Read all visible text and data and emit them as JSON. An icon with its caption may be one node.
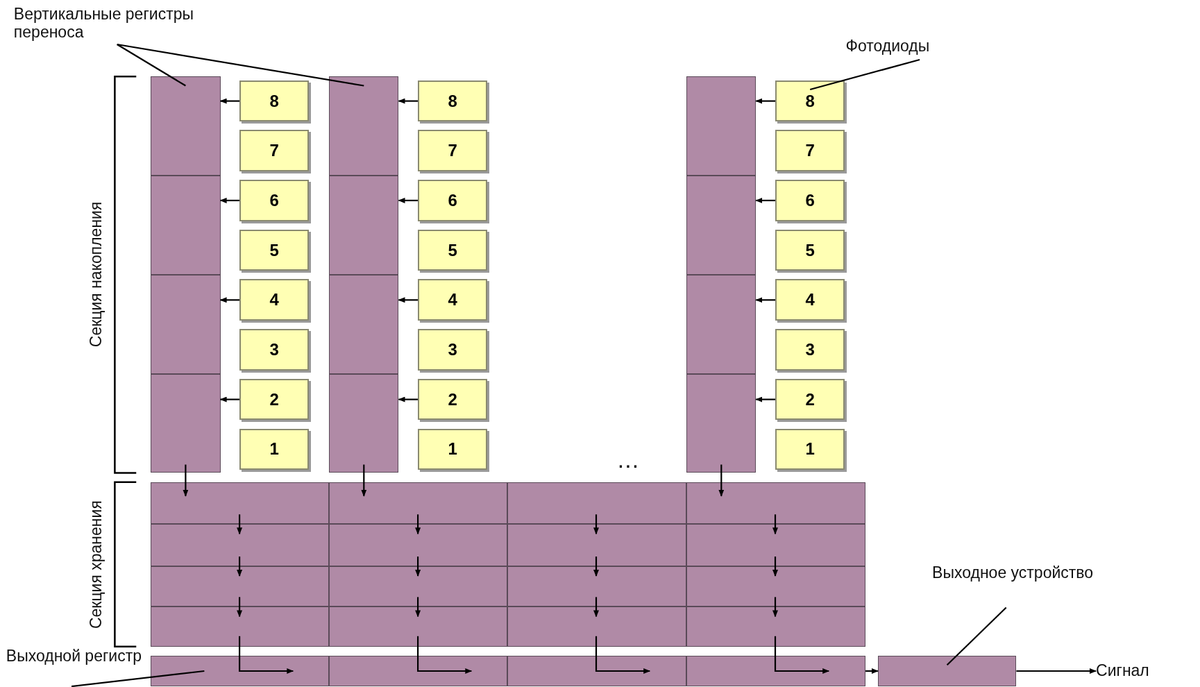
{
  "diagram": {
    "nodes": [
      {
        "text": [
          "Вертикальные регистры переноса"
        ]
      },
      {
        "text": [
          "Фотодиоды"
        ]
      },
      {
        "text": [],
        "shape": "box"
      },
      {
        "text": [],
        "shape": "box"
      },
      {
        "text": [],
        "shape": "box"
      },
      {
        "text": [],
        "shape": "box"
      },
      {
        "text": [],
        "shape": "box"
      },
      {
        "text": [],
        "shape": "box"
      },
      {
        "text": [],
        "shape": "box"
      },
      {
        "text": [],
        "shape": "box"
      },
      {
        "text": [],
        "shape": "box"
      },
      {
        "text": [],
        "shape": "box"
      },
      {
        "text": [],
        "shape": "box"
      },
      {
        "text": [],
        "shape": "box"
      },
      {
        "text": [
          "8"
        ]
      },
      {
        "text": [
          "7"
        ]
      },
      {
        "text": [
          "6"
        ]
      },
      {
        "text": [
          "5"
        ]
      },
      {
        "text": [
          "4"
        ]
      },
      {
        "text": [
          "3"
        ]
      },
      {
        "text": [
          "2"
        ]
      },
      {
        "text": [
          "1"
        ]
      },
      {
        "text": [
          "8"
        ]
      },
      {
        "text": [
          "7"
        ]
      },
      {
        "text": [
          "6"
        ]
      },
      {
        "text": [
          "5"
        ]
      },
      {
        "text": [
          "4"
        ]
      },
      {
        "text": [
          "3"
        ]
      },
      {
        "text": [
          "2"
        ]
      },
      {
        "text": [
          "1"
        ]
      },
      {
        "text": [
          "8"
        ]
      },
      {
        "text": [
          "7"
        ]
      },
      {
        "text": [
          "6"
        ]
      },
      {
        "text": [
          "5"
        ]
      },
      {
        "text": [
          "4"
        ]
      },
      {
        "text": [
          "3"
        ]
      },
      {
        "text": [
          "2"
        ]
      },
      {
        "text": [
          "1"
        ]
      },
      {
        "text": [],
        "shape": "box"
      },
      {
        "text": [],
        "shape": "box"
      },
      {
        "text": [],
        "shape": "box"
      },
      {
        "text": [],
        "shape": "box"
      },
      {
        "text": [],
        "shape": "box"
      },
      {
        "text": [],
        "shape": "box"
      },
      {
        "text": [],
        "shape": "box"
      },
      {
        "text": [],
        "shape": "box"
      },
      {
        "text": [],
        "shape": "box"
      },
      {
        "text": [],
        "shape": "box"
      },
      {
        "text": [],
        "shape": "box"
      },
      {
        "text": [],
        "shape": "box"
      },
      {
        "text": [],
        "shape": "box"
      },
      {
        "text": [],
        "shape": "box"
      },
      {
        "text": [],
        "shape": "box"
      },
      {
        "text": [],
        "shape": "box"
      },
      {
        "text": [],
        "shape": "box"
      },
      {
        "text": [],
        "shape": "box"
      },
      {
        "text": [],
        "shape": "box"
      },
      {
        "text": [],
        "shape": "box"
      },
      {
        "text": [],
        "shape": "box"
      },
      {
        "text": [
          "Выходное устройство"
        ]
      },
      {
        "text": [
          "Выходной регистр"
        ]
      },
      {
        "text": [
          "Сигнал"
        ]
      }
    ],
    "edges": [
      {
        "from": 0,
        "to": 2,
        "arrow": "none"
      },
      {
        "from": 0,
        "to": 6,
        "arrow": "none"
      },
      {
        "from": 1,
        "to": 30,
        "arrow": "none"
      },
      {
        "from": 14,
        "to": 2,
        "arrow": "to"
      },
      {
        "from": 16,
        "to": 3,
        "arrow": "to"
      },
      {
        "from": 18,
        "to": 4,
        "arrow": "to"
      },
      {
        "from": 20,
        "to": 5,
        "arrow": "to"
      },
      {
        "from": 22,
        "to": 6,
        "arrow": "to"
      },
      {
        "from": 24,
        "to": 7,
        "arrow": "to"
      },
      {
        "from": 26,
        "to": 8,
        "arrow": "to"
      },
      {
        "from": 28,
        "to": 9,
        "arrow": "to"
      },
      {
        "from": 30,
        "to": 10,
        "arrow": "to"
      },
      {
        "from": 32,
        "to": 11,
        "arrow": "to"
      },
      {
        "from": 34,
        "to": 12,
        "arrow": "to"
      },
      {
        "from": 36,
        "to": 13,
        "arrow": "to"
      },
      {
        "from": 5,
        "to": 38,
        "arrow": "to"
      },
      {
        "from": 9,
        "to": 39,
        "arrow": "to"
      },
      {
        "from": 13,
        "to": 41,
        "arrow": "to"
      },
      {
        "from": 38,
        "to": 42,
        "arrow": "to"
      },
      {
        "from": 39,
        "to": 43,
        "arrow": "to"
      },
      {
        "from": 40,
        "to": 44,
        "arrow": "to"
      },
      {
        "from": 41,
        "to": 45,
        "arrow": "to"
      },
      {
        "from": 42,
        "to": 46,
        "arrow": "to"
      },
      {
        "from": 43,
        "to": 47,
        "arrow": "to"
      },
      {
        "from": 44,
        "to": 48,
        "arrow": "to"
      },
      {
        "from": 45,
        "to": 49,
        "arrow": "to"
      },
      {
        "from": 46,
        "to": 50,
        "arrow": "to"
      },
      {
        "from": 47,
        "to": 51,
        "arrow": "to"
      },
      {
        "from": 48,
        "to": 52,
        "arrow": "to"
      },
      {
        "from": 49,
        "to": 53,
        "arrow": "to"
      },
      {
        "from": 50,
        "to": 54,
        "arrow": "to"
      },
      {
        "from": 51,
        "to": 55,
        "arrow": "to"
      },
      {
        "from": 52,
        "to": 56,
        "arrow": "to"
      },
      {
        "from": 53,
        "to": 57,
        "arrow": "to"
      },
      {
        "from": 57,
        "to": 58,
        "arrow": "to"
      },
      {
        "from": 58,
        "to": 61,
        "arrow": "to"
      },
      {
        "from": 59,
        "to": 58,
        "arrow": "none"
      },
      {
        "from": 60,
        "to": 54,
        "arrow": "none"
      }
    ],
    "labels": [
      "Секция накопления",
      "Секция хранения",
      "..."
    ]
  }
}
